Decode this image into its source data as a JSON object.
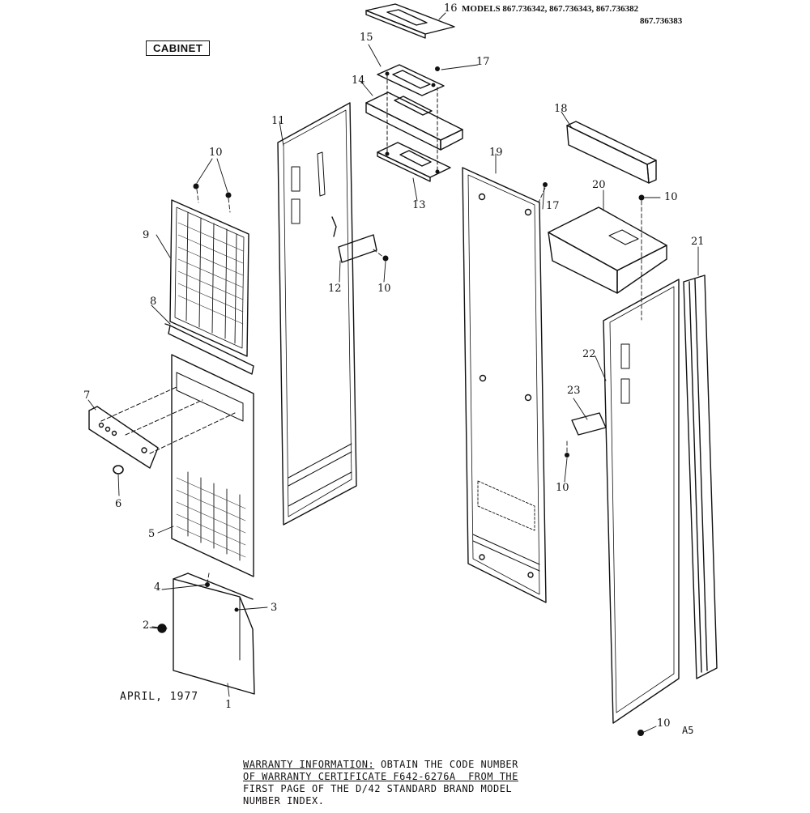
{
  "header": {
    "models_line1": "MODELS 867.736342, 867.736343, 867.736382",
    "models_line2": "867.736383"
  },
  "section_title": "CABINET",
  "date": "APRIL, 1977",
  "corner_code": "A5",
  "warranty": {
    "heading": "WARRANTY INFORMATION:",
    "line1_rest": " OBTAIN THE CODE NUMBER",
    "line2": "OF WARRANTY CERTIFICATE F642-6276A  FROM THE",
    "line3": "FIRST PAGE OF THE D/42 STANDARD BRAND MODEL",
    "line4": "NUMBER INDEX."
  },
  "callouts": {
    "c1": "1",
    "c2": "2",
    "c3": "3",
    "c4": "4",
    "c5": "5",
    "c6": "6",
    "c7": "7",
    "c8": "8",
    "c9": "9",
    "c10a": "10",
    "c10b": "10",
    "c10c": "10",
    "c10d": "10",
    "c10e": "10",
    "c11": "11",
    "c12": "12",
    "c13": "13",
    "c14": "14",
    "c15": "15",
    "c16": "16",
    "c17a": "17",
    "c17b": "17",
    "c18": "18",
    "c19": "19",
    "c20": "20",
    "c21": "21",
    "c22": "22",
    "c23": "23"
  }
}
